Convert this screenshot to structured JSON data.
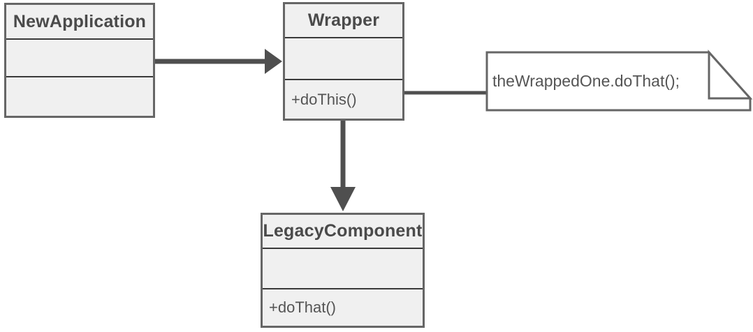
{
  "diagram": {
    "type": "uml-class-diagram",
    "classes": [
      {
        "name": "NewApplication",
        "attributes": "",
        "methods": ""
      },
      {
        "name": "Wrapper",
        "attributes": "",
        "methods": "+doThis()"
      },
      {
        "name": "LegacyComponent",
        "attributes": "",
        "methods": "+doThat()"
      }
    ],
    "note": {
      "text": "theWrappedOne.doThat();"
    },
    "relations": [
      {
        "from": "NewApplication",
        "to": "Wrapper",
        "style": "solid-arrow"
      },
      {
        "from": "Wrapper",
        "to": "LegacyComponent",
        "style": "solid-arrow"
      },
      {
        "from": "Wrapper",
        "to": "note",
        "style": "plain-line"
      }
    ],
    "colors": {
      "background": "#ffffff",
      "box_fill": "#f0f0f0",
      "box_border": "#666666",
      "compartment_separator": "#3a3a3a",
      "title_text": "#4a4a4a",
      "member_text": "#545454",
      "connector": "#4f4f4f",
      "note_fill": "#ffffff",
      "note_border": "#666666",
      "note_text": "#555555"
    }
  }
}
